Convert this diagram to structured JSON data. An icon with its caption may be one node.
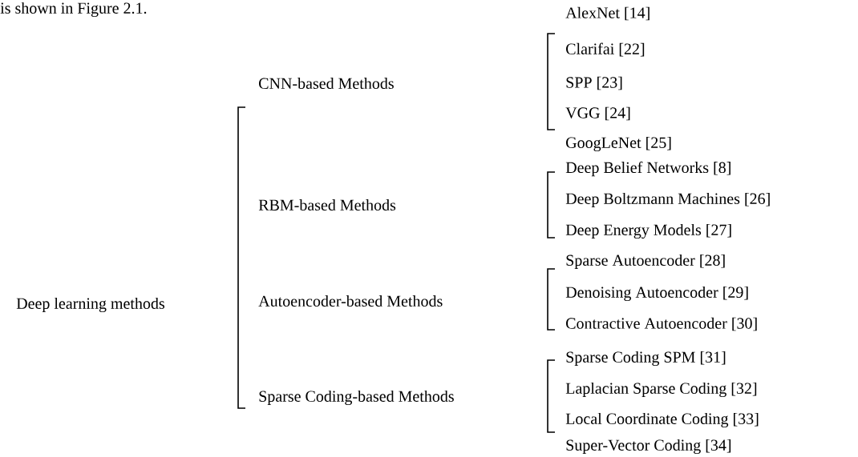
{
  "diagram": {
    "labels": [
      "is shown in Figure 2.1.",
      "Deep learning methods",
      "CNN-based Methods",
      "AlexNet [14]",
      "Clarifai [22]",
      "SPP [23]",
      "VGG [24]",
      "GoogLeNet [25]",
      "RBM-based Methods",
      "Deep Belief Networks [8]",
      "Deep Boltzmann Machines [26]",
      "Deep Energy Models [27]",
      "Autoencoder-based Methods",
      "Sparse Autoencoder [28]",
      "Denoising Autoencoder [29]",
      "Contractive Autoencoder [30]",
      "Sparse Coding-based Methods",
      "Sparse Coding SPM [31]",
      "Laplacian Sparse Coding [32]",
      "Local Coordinate Coding [33]",
      "Super-Vector Coding [34]"
    ]
  }
}
